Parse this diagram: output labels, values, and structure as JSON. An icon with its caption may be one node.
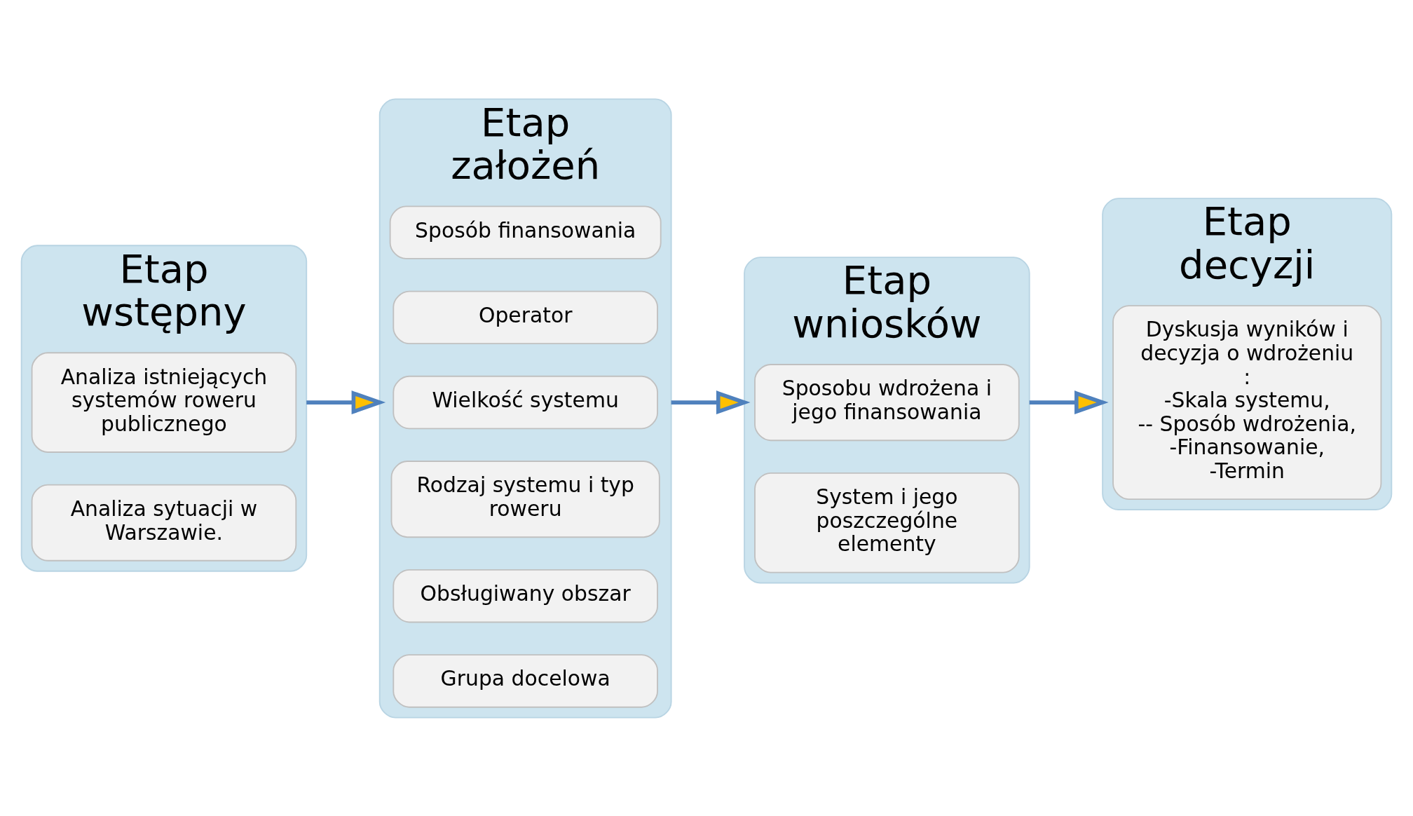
{
  "diagram": {
    "nodes": [
      {
        "text": [
          "Etap wstępny"
        ]
      },
      {
        "text": [
          "Analiza sytuacji w Warszawie."
        ],
        "in": 0
      },
      {
        "text": [
          "Analiza istniejących systemów roweru publicznego"
        ],
        "in": 0
      },
      {
        "text": [
          "Etap założeń"
        ]
      },
      {
        "text": [
          "Grupa docelowa"
        ],
        "in": 3
      },
      {
        "text": [
          "Obsługiwany obszar"
        ],
        "in": 3
      },
      {
        "text": [
          "Rodzaj systemu i typ roweru"
        ],
        "in": 3
      },
      {
        "text": [
          "Wielkość systemu"
        ],
        "in": 3
      },
      {
        "text": [
          "Operator"
        ],
        "in": 3
      },
      {
        "text": [
          "Sposób finansowania"
        ],
        "in": 3
      },
      {
        "text": [
          "Etap wniosków"
        ]
      },
      {
        "text": [
          "System i jego poszczególne elementy"
        ],
        "in": 10
      },
      {
        "text": [
          "Sposobu wdrożena i jego finansowania"
        ],
        "in": 10
      },
      {
        "text": [
          "Etap decyzji"
        ]
      },
      {
        "text": [
          "Dyskusja wyników i decyzja o wdrożeniu :",
          "-Skala systemu,",
          "-- Sposób wdrożenia,",
          "-Finansowanie,",
          "-Termin"
        ],
        "in": 13
      }
    ],
    "edges": [
      {
        "from": 0,
        "to": 3,
        "arrow": "to"
      },
      {
        "from": 3,
        "to": 10,
        "arrow": "to"
      },
      {
        "from": 10,
        "to": 13,
        "arrow": "to"
      }
    ]
  }
}
